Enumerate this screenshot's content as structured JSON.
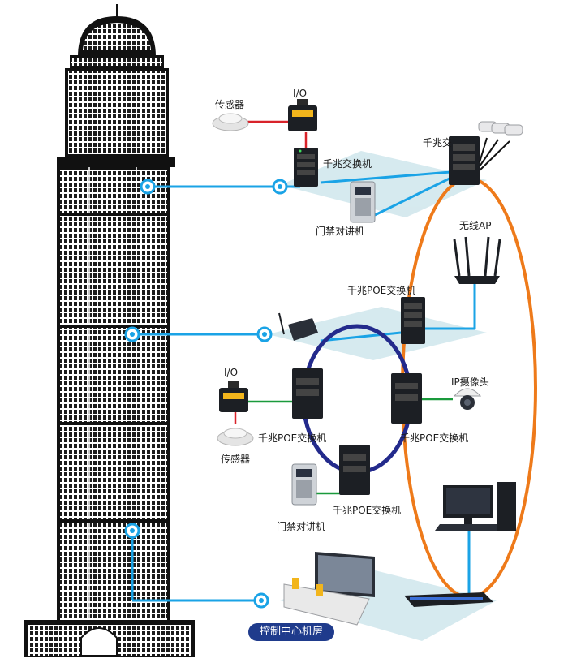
{
  "labels": {
    "sensor_top": "传感器",
    "io_top": "I/O",
    "switch_top_small": "千兆交换机",
    "switch_top_right": "千兆交",
    "door_top": "门禁对讲机",
    "wireless_ap": "无线AP",
    "poe_switch_upper": "千兆POE交换机",
    "io_mid": "I/O",
    "sensor_mid": "传感器",
    "poe_switch_left": "千兆POE交换机",
    "poe_switch_right": "千兆POE交换机",
    "poe_switch_bottom": "千兆POE交换机",
    "ip_camera": "IP摄像头",
    "door_bottom": "门禁对讲机",
    "control_room": "控制中心机房"
  },
  "colors": {
    "link_blue": "#1aa3e6",
    "ring_orange": "#ee7a1a",
    "ring_navy": "#232a8c",
    "link_green": "#1a9a3c",
    "link_red": "#d8232a",
    "floor_shadow": "#cfe6ec",
    "device_dark": "#1c1f24"
  }
}
